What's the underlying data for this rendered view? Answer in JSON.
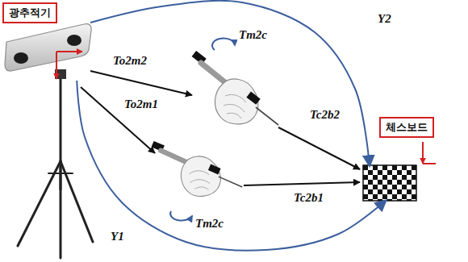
{
  "diagram": {
    "nodes": [
      {
        "text": [
          "광추적기"
        ]
      },
      {
        "text": [
          "체스보드"
        ]
      }
    ],
    "edges": [
      {
        "from": 0,
        "to": 1,
        "arrow": "to",
        "label": "Y2"
      },
      {
        "from": 0,
        "to": 1,
        "arrow": "to",
        "label": "Y1"
      }
    ],
    "labels": [
      "Tm2c",
      "To2m2",
      "To2m1",
      "Tc2b2",
      "Tc2b1",
      "Tm2c"
    ]
  }
}
